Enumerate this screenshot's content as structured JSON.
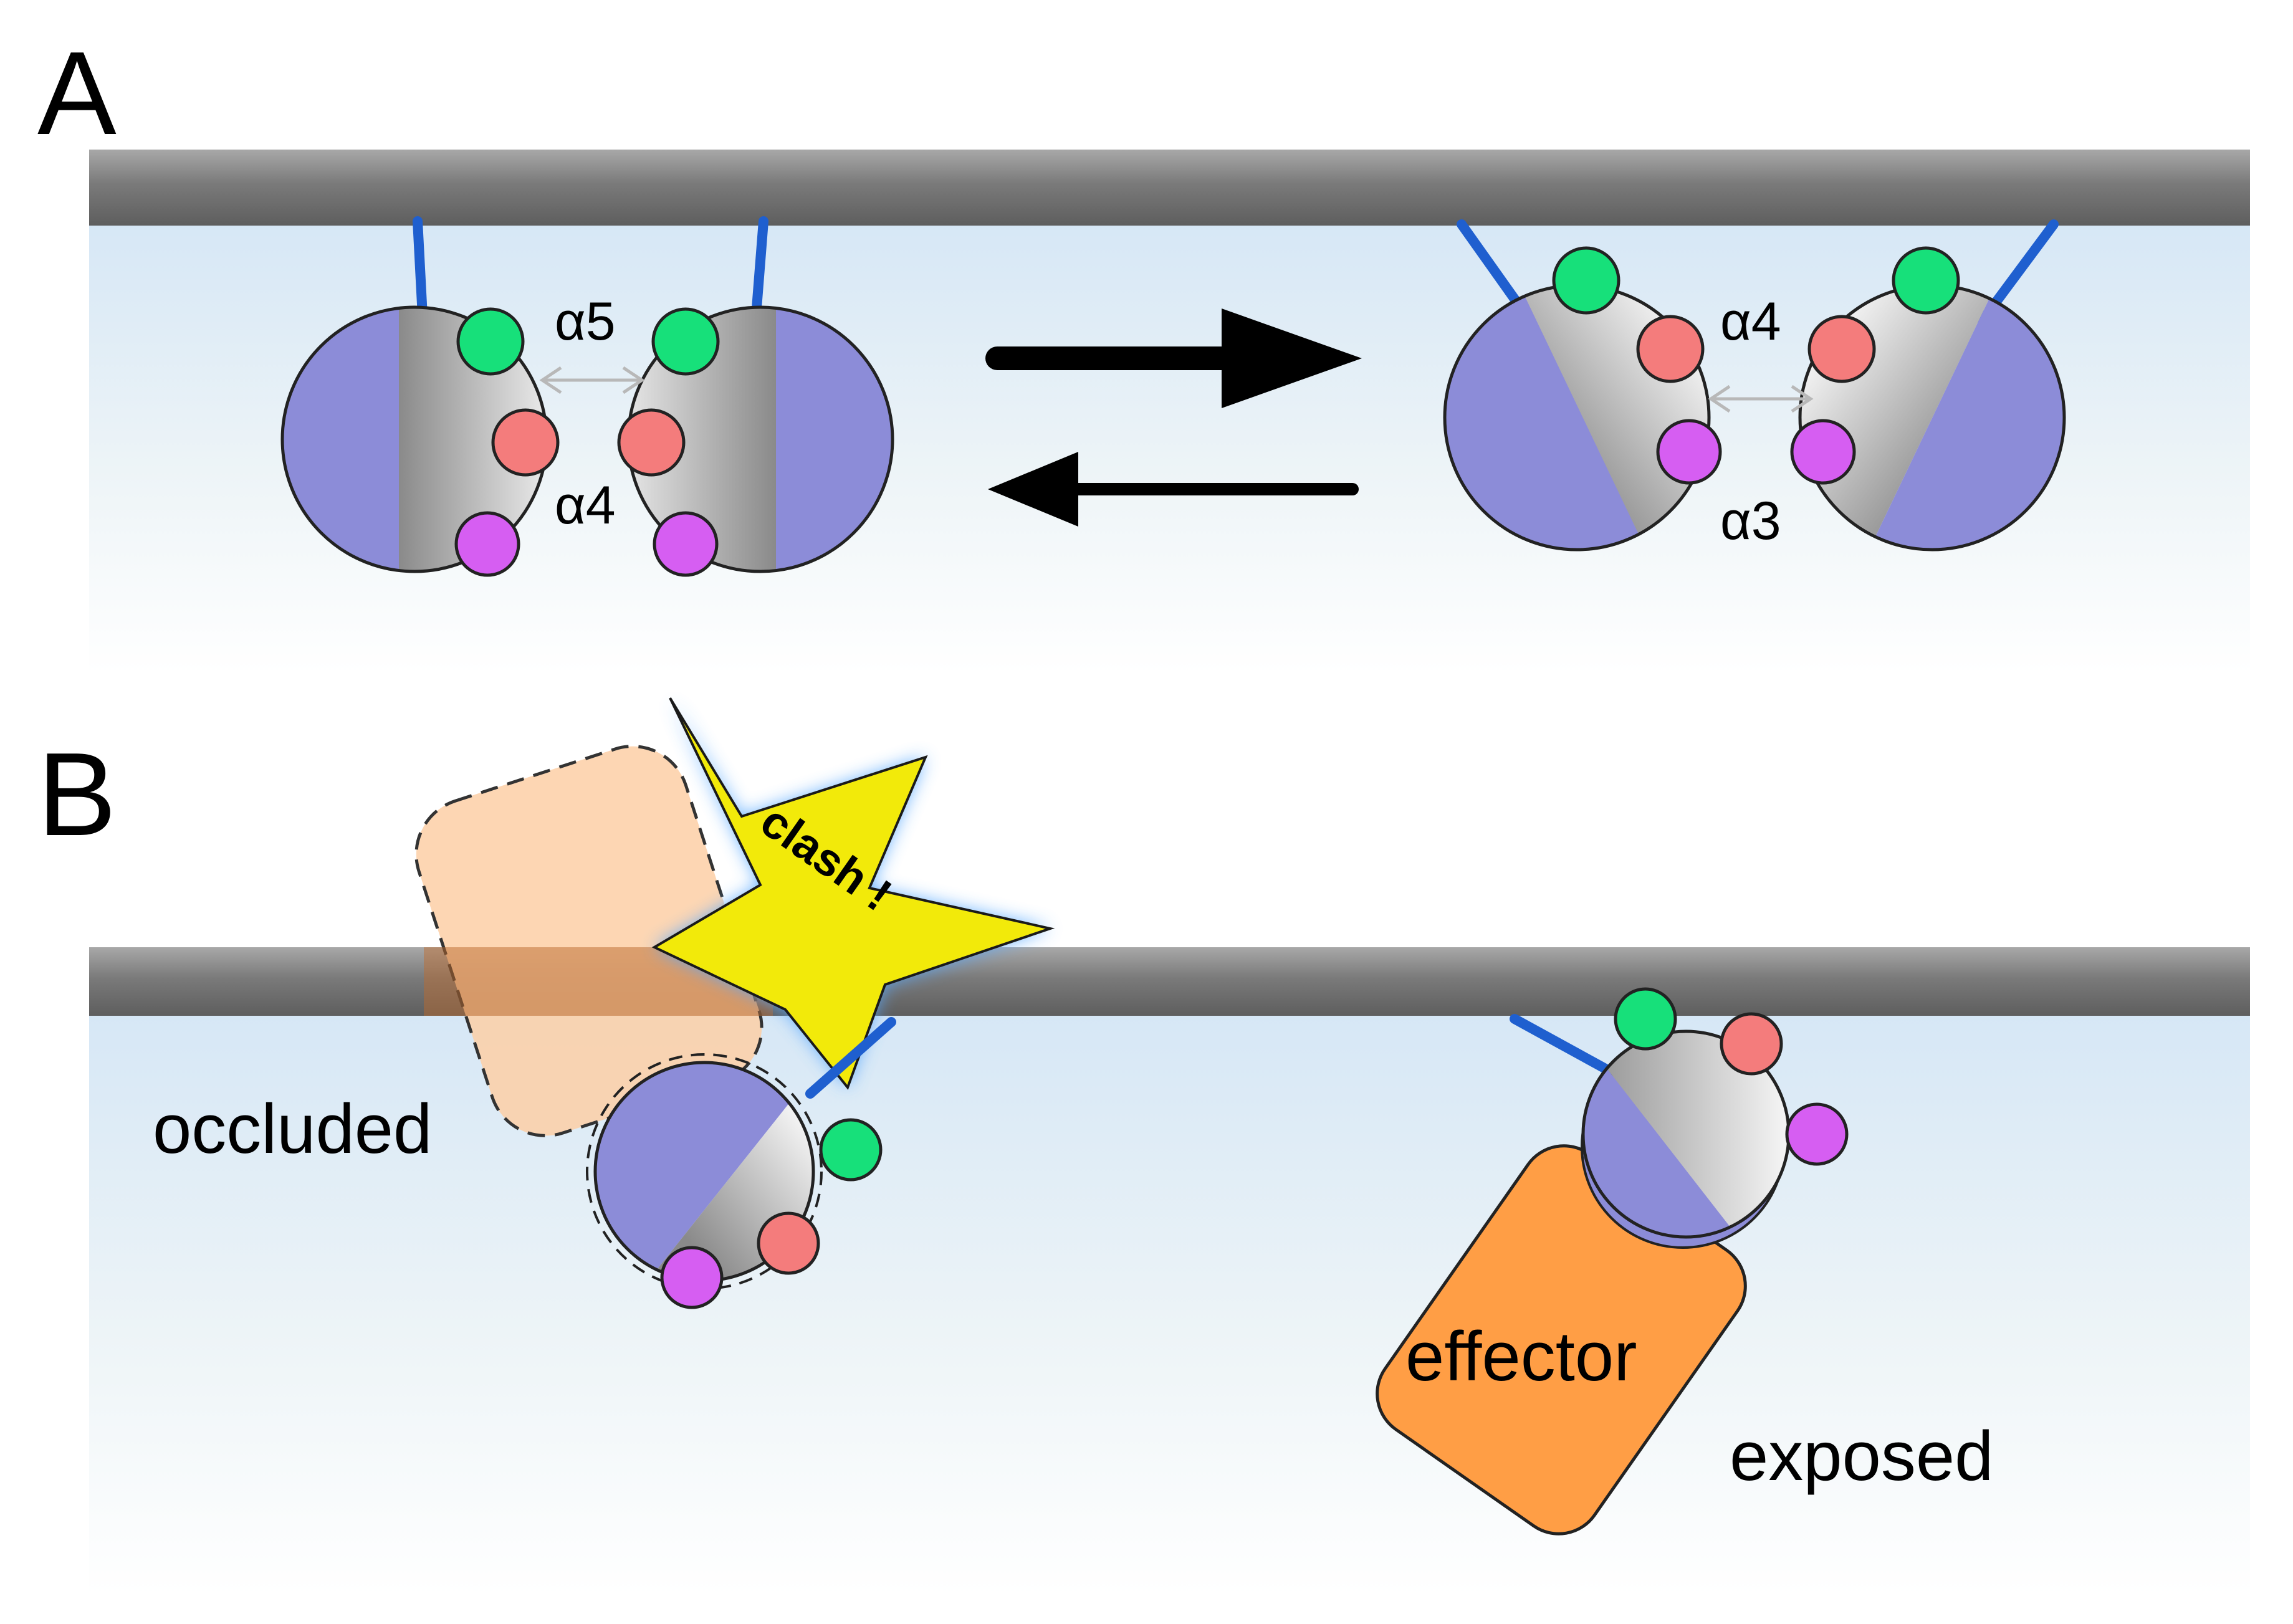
{
  "panels": {
    "a": {
      "letter": "A"
    },
    "b": {
      "letter": "B"
    }
  },
  "labels": {
    "a_left_top": "α5",
    "a_left_bottom": "α4",
    "a_right_top": "α4",
    "a_right_bottom": "α3",
    "occluded": "occluded",
    "clash": "clash !",
    "effector": "effector",
    "exposed": "exposed"
  },
  "colors": {
    "membrane": "#6b6b6b",
    "cytoplasm": "#dcebf7",
    "domain_purple": "#8c8cd8",
    "green": "#17e07a",
    "salmon": "#f47c7c",
    "magenta": "#d65ef2",
    "linker_blue": "#1f5fcf",
    "effector_orange": "#ff9e45",
    "ghost_orange": "#fdcfa6",
    "star_yellow": "#f2ea0a"
  }
}
